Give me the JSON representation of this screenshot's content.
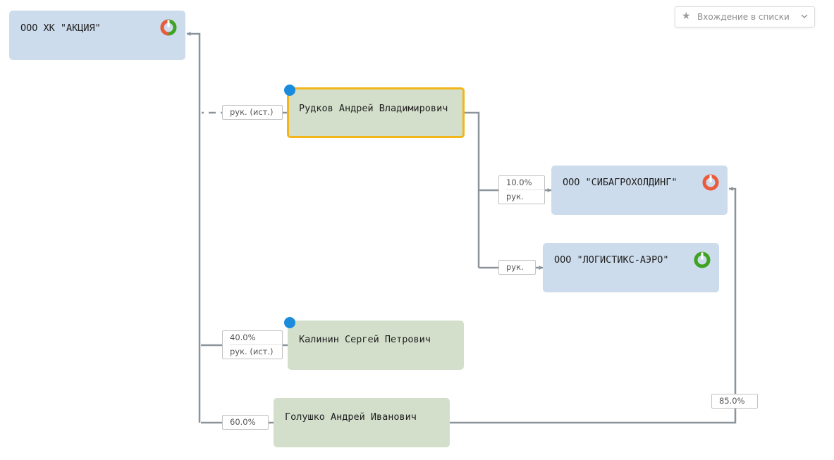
{
  "toolbar": {
    "lists_filter_label": "Вхождение в списки",
    "lists_filter_icon": "star-icon"
  },
  "colors": {
    "company_fill": "#cddcec",
    "person_fill": "#d3dfcb",
    "selected_border": "#f2b61a",
    "person_marker": "#1b8bdc",
    "status_red": "#ec5a3c",
    "status_green": "#3ea321",
    "connector": "#8b949b"
  },
  "nodes": {
    "akciya": {
      "label": "ООО ХК \"АКЦИЯ\"",
      "type": "company",
      "status_icon": "status-mixed-icon"
    },
    "rudkov": {
      "label": "Рудков Андрей Владимирович",
      "type": "person",
      "selected": true
    },
    "sibagro": {
      "label": "ООО \"СИБАГРОХОЛДИНГ\"",
      "type": "company",
      "status_icon": "status-liquidated-icon"
    },
    "logistiks": {
      "label": "ООО \"ЛОГИСТИКС-АЭРО\"",
      "type": "company",
      "status_icon": "status-active-icon"
    },
    "kalinin": {
      "label": "Калинин Сергей Петрович",
      "type": "person"
    },
    "golushko": {
      "label": "Голушко Андрей Иванович",
      "type": "person"
    }
  },
  "edges": {
    "rudkov_akciya": {
      "from": "Рудков Андрей Владимирович",
      "to": "ООО ХК \"АКЦИЯ\"",
      "labels": [
        "рук. (ист.)"
      ],
      "style": "dashed"
    },
    "rudkov_sibagro": {
      "from": "Рудков Андрей Владимирович",
      "to": "ООО \"СИБАГРОХОЛДИНГ\"",
      "labels": [
        "10.0%",
        "рук."
      ]
    },
    "rudkov_logistiks": {
      "from": "Рудков Андрей Владимирович",
      "to": "ООО \"ЛОГИСТИКС-АЭРО\"",
      "labels": [
        "рук."
      ]
    },
    "kalinin_akciya": {
      "from": "Калинин Сергей Петрович",
      "to": "ООО ХК \"АКЦИЯ\"",
      "labels": [
        "40.0%",
        "рук. (ист.)"
      ]
    },
    "golushko_akciya": {
      "from": "Голушко Андрей Иванович",
      "to": "ООО ХК \"АКЦИЯ\"",
      "labels": [
        "60.0%"
      ]
    },
    "golushko_sibagro": {
      "from": "Голушко Андрей Иванович",
      "to": "ООО \"СИБАГРОХОЛДИНГ\"",
      "labels": [
        "85.0%"
      ]
    }
  }
}
